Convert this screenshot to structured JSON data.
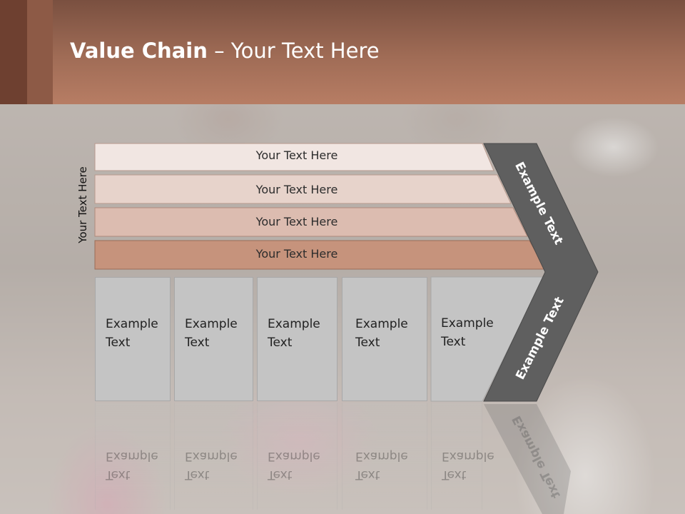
{
  "slide": {
    "title_bold": "Value Chain",
    "title_rest": " – Your Text Here",
    "axis_label": "Your Text Here",
    "stripes": [
      {
        "label": "Your Text Here",
        "color": "#f1e6e2"
      },
      {
        "label": "Your Text Here",
        "color": "#e7d3cb"
      },
      {
        "label": "Your Text Here",
        "color": "#dcbcb0"
      },
      {
        "label": "Your Text Here",
        "color": "#c6937c"
      }
    ],
    "boxes": [
      {
        "line1": "Example",
        "line2": "Text"
      },
      {
        "line1": "Example",
        "line2": "Text"
      },
      {
        "line1": "Example",
        "line2": "Text"
      },
      {
        "line1": "Example",
        "line2": "Text"
      },
      {
        "line1": "Example",
        "line2": "Text"
      }
    ],
    "arrow_top_label": "Example Text",
    "arrow_bottom_label": "Example Text",
    "colors": {
      "header": "#a06c56",
      "arrow": "#5f5f5f",
      "box": "#c4c4c4"
    }
  }
}
